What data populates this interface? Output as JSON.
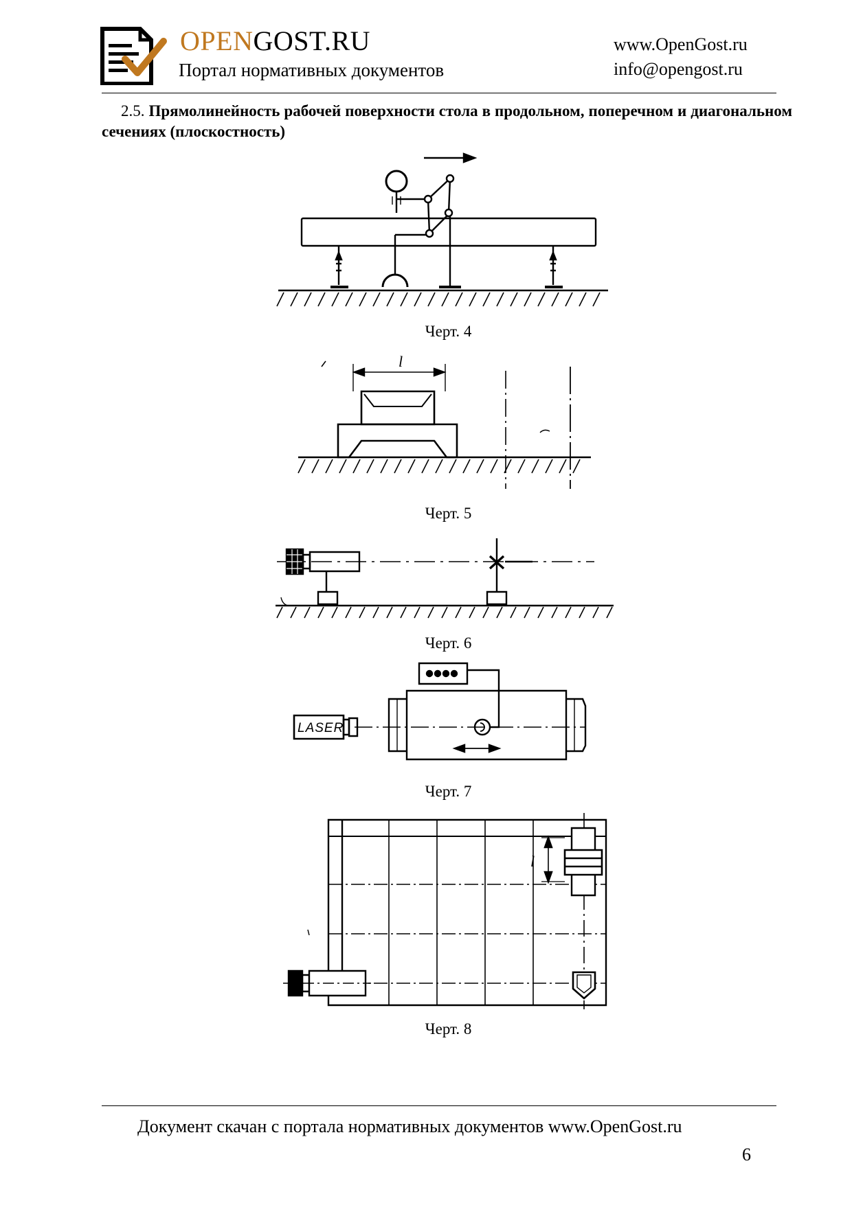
{
  "header": {
    "brand_accent": "OPEN",
    "brand_rest": "GOST.RU",
    "subtitle": "Портал нормативных документов",
    "website": "www.OpenGost.ru",
    "email": "info@opengost.ru",
    "colors": {
      "accent": "#c0781f",
      "text": "#000000"
    }
  },
  "section": {
    "number": "2.5.",
    "title": "Прямолинейность рабочей поверхности стола в продольном, поперечном и диагональном сечениях (плоскостность)"
  },
  "figures": [
    {
      "caption": "Черт. 4"
    },
    {
      "caption": "Черт. 5",
      "dimension_label": "l"
    },
    {
      "caption": "Черт. 6"
    },
    {
      "caption": "Черт. 7",
      "device_label": "LASER"
    },
    {
      "caption": "Черт. 8",
      "dimension_label": "l"
    }
  ],
  "footer": {
    "text": "Документ скачан с портала нормативных документов www.OpenGost.ru",
    "page_number": "6"
  }
}
